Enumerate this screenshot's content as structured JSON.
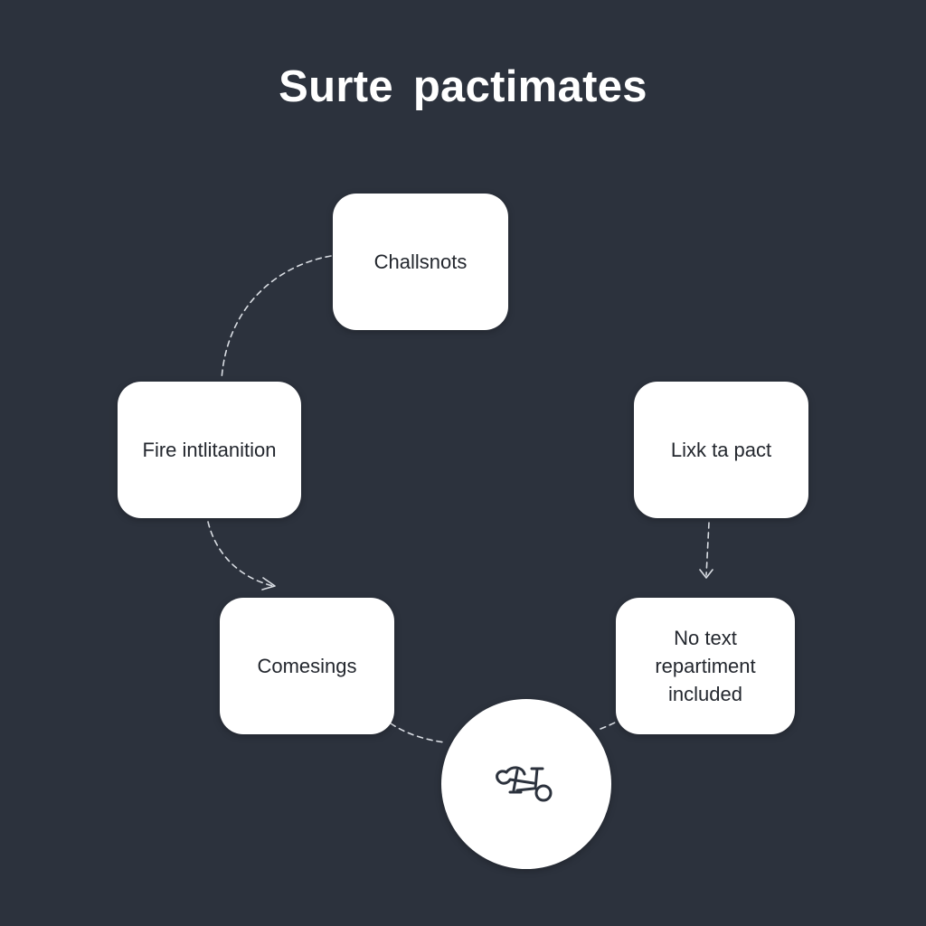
{
  "title": "Surte pactimates",
  "colors": {
    "background": "#2c323d",
    "node_fill": "#ffffff",
    "node_text": "#23272e",
    "connector": "#d9dde3"
  },
  "nodes": {
    "top": {
      "label": "Challsnots"
    },
    "left": {
      "label": "Fire intlitanition"
    },
    "right": {
      "label": "Lixk ta pact"
    },
    "bottom_left": {
      "label": "Comesings"
    },
    "bottom_right": {
      "lines": [
        "No text",
        "repartiment",
        "included"
      ]
    },
    "hub": {
      "icon": "wrench-link-icon"
    }
  },
  "connectors": [
    {
      "from": "top",
      "to": "left",
      "style": "dashed",
      "arrow": false
    },
    {
      "from": "left",
      "to": "bottom_left",
      "style": "dashed",
      "arrow": true
    },
    {
      "from": "right",
      "to": "bottom_right",
      "style": "dashed",
      "arrow": true
    },
    {
      "from": "bottom_left",
      "to": "hub",
      "style": "dashed",
      "arrow": false
    },
    {
      "from": "hub",
      "to": "bottom_right",
      "style": "dashed",
      "arrow": false
    }
  ]
}
